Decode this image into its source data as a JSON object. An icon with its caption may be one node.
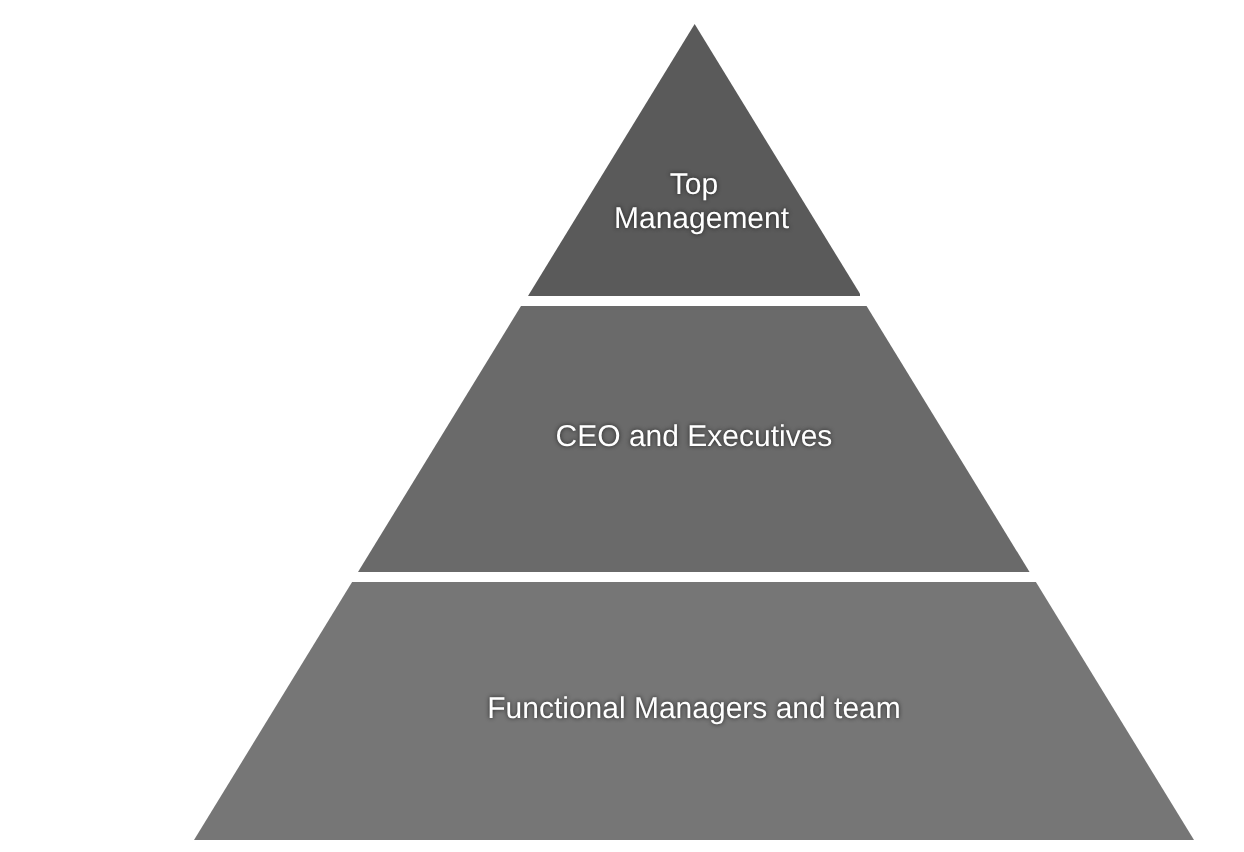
{
  "diagram": {
    "nodes": [
      {
        "text": [
          "Top Management"
        ]
      },
      {
        "text": [
          "CEO and Executives"
        ]
      },
      {
        "text": [
          "Functional Managers and team"
        ]
      }
    ],
    "edges": []
  }
}
